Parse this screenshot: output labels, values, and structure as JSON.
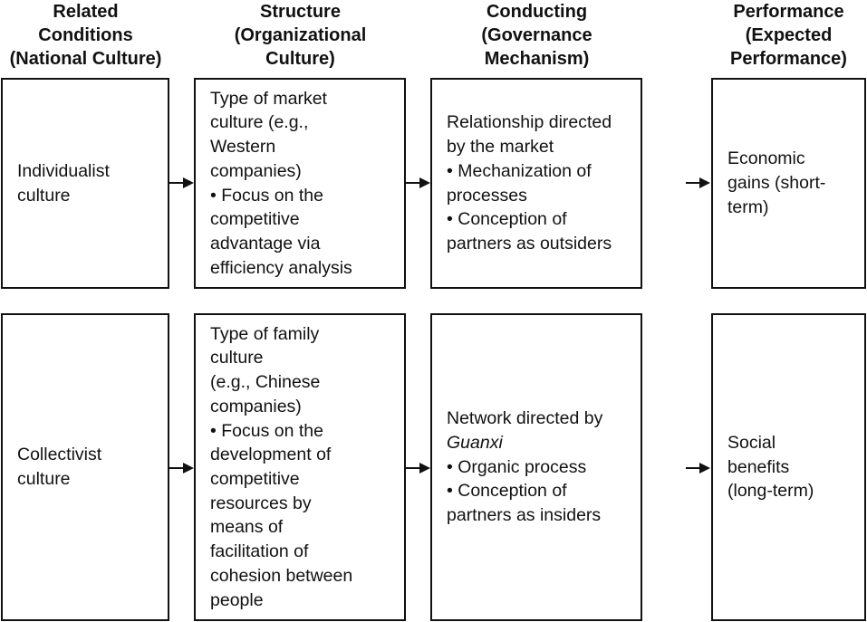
{
  "headers": [
    "Related\nConditions\n(National Culture)",
    "Structure\n(Organizational\nCulture)",
    "Conducting\n(Governance\nMechanism)",
    "Performance\n(Expected\nPerformance)"
  ],
  "rows": [
    {
      "cells": [
        {
          "lines": [
            {
              "text": "Individualist"
            },
            {
              "text": "culture"
            }
          ]
        },
        {
          "lines": [
            {
              "text": "Type of market"
            },
            {
              "text": "culture (e.g.,"
            },
            {
              "text": "Western"
            },
            {
              "text": "companies)"
            },
            {
              "text": "• Focus on the"
            },
            {
              "text": "competitive"
            },
            {
              "text": "advantage via"
            },
            {
              "text": "efficiency analysis"
            }
          ]
        },
        {
          "lines": [
            {
              "text": "Relationship directed"
            },
            {
              "text": "by the market"
            },
            {
              "text": "• Mechanization of"
            },
            {
              "text": "processes"
            },
            {
              "text": "• Conception of"
            },
            {
              "text": "partners as outsiders"
            }
          ]
        },
        {
          "lines": [
            {
              "text": "Economic"
            },
            {
              "text": "gains (short-"
            },
            {
              "text": "term)"
            }
          ]
        }
      ]
    },
    {
      "cells": [
        {
          "lines": [
            {
              "text": "Collectivist"
            },
            {
              "text": "culture"
            }
          ]
        },
        {
          "lines": [
            {
              "text": "Type of family"
            },
            {
              "text": "culture"
            },
            {
              "text": "(e.g., Chinese"
            },
            {
              "text": "companies)"
            },
            {
              "text": "• Focus on the"
            },
            {
              "text": "development of"
            },
            {
              "text": "competitive"
            },
            {
              "text": "resources by"
            },
            {
              "text": "means of"
            },
            {
              "text": "facilitation of"
            },
            {
              "text": "cohesion between"
            },
            {
              "text": "people"
            }
          ]
        },
        {
          "lines": [
            {
              "text": "Network directed by"
            },
            {
              "text": "Guanxi",
              "italic": true
            },
            {
              "text": "• Organic process"
            },
            {
              "text": "• Conception of"
            },
            {
              "text": "partners as insiders"
            }
          ]
        },
        {
          "lines": [
            {
              "text": "Social"
            },
            {
              "text": "benefits"
            },
            {
              "text": "(long-term)"
            }
          ]
        }
      ]
    }
  ]
}
